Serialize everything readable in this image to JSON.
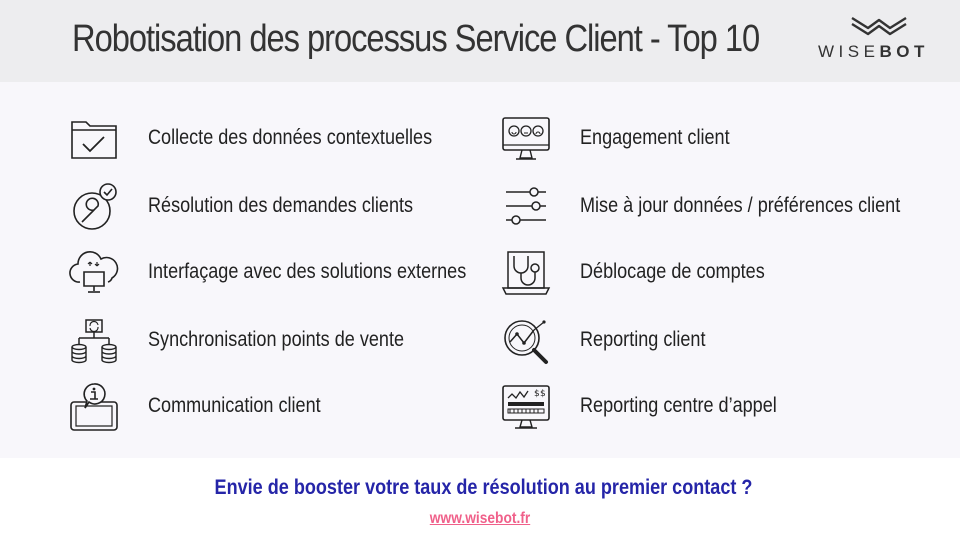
{
  "header": {
    "title": "Robotisation des processus Service Client - Top 10",
    "logo": {
      "text_light": "WISE",
      "text_bold": "BOT"
    }
  },
  "items_left": [
    {
      "label": "Collecte des données contextuelles",
      "icon": "folder-check-icon"
    },
    {
      "label": "Résolution des demandes clients",
      "icon": "wrench-check-icon"
    },
    {
      "label": "Interfaçage avec des solutions externes",
      "icon": "cloud-computer-icon"
    },
    {
      "label": "Synchronisation points de vente",
      "icon": "database-sync-icon"
    },
    {
      "label": "Communication client",
      "icon": "info-tablet-icon"
    }
  ],
  "items_right": [
    {
      "label": "Engagement client",
      "icon": "monitor-smileys-icon"
    },
    {
      "label": "Mise à jour données / préférences client",
      "icon": "sliders-icon"
    },
    {
      "label": "Déblocage de comptes",
      "icon": "laptop-stethoscope-icon"
    },
    {
      "label": "Reporting client",
      "icon": "magnifier-chart-icon"
    },
    {
      "label": "Reporting centre d’appel",
      "icon": "monitor-chart-icon"
    }
  ],
  "cta": "Envie de booster votre taux de résolution au premier contact ?",
  "website": "www.wisebot.fr",
  "colors": {
    "header_bg": "#ededef",
    "panel_bg": "#f8f7fb",
    "cta": "#2525a8",
    "link": "#f0608a"
  }
}
